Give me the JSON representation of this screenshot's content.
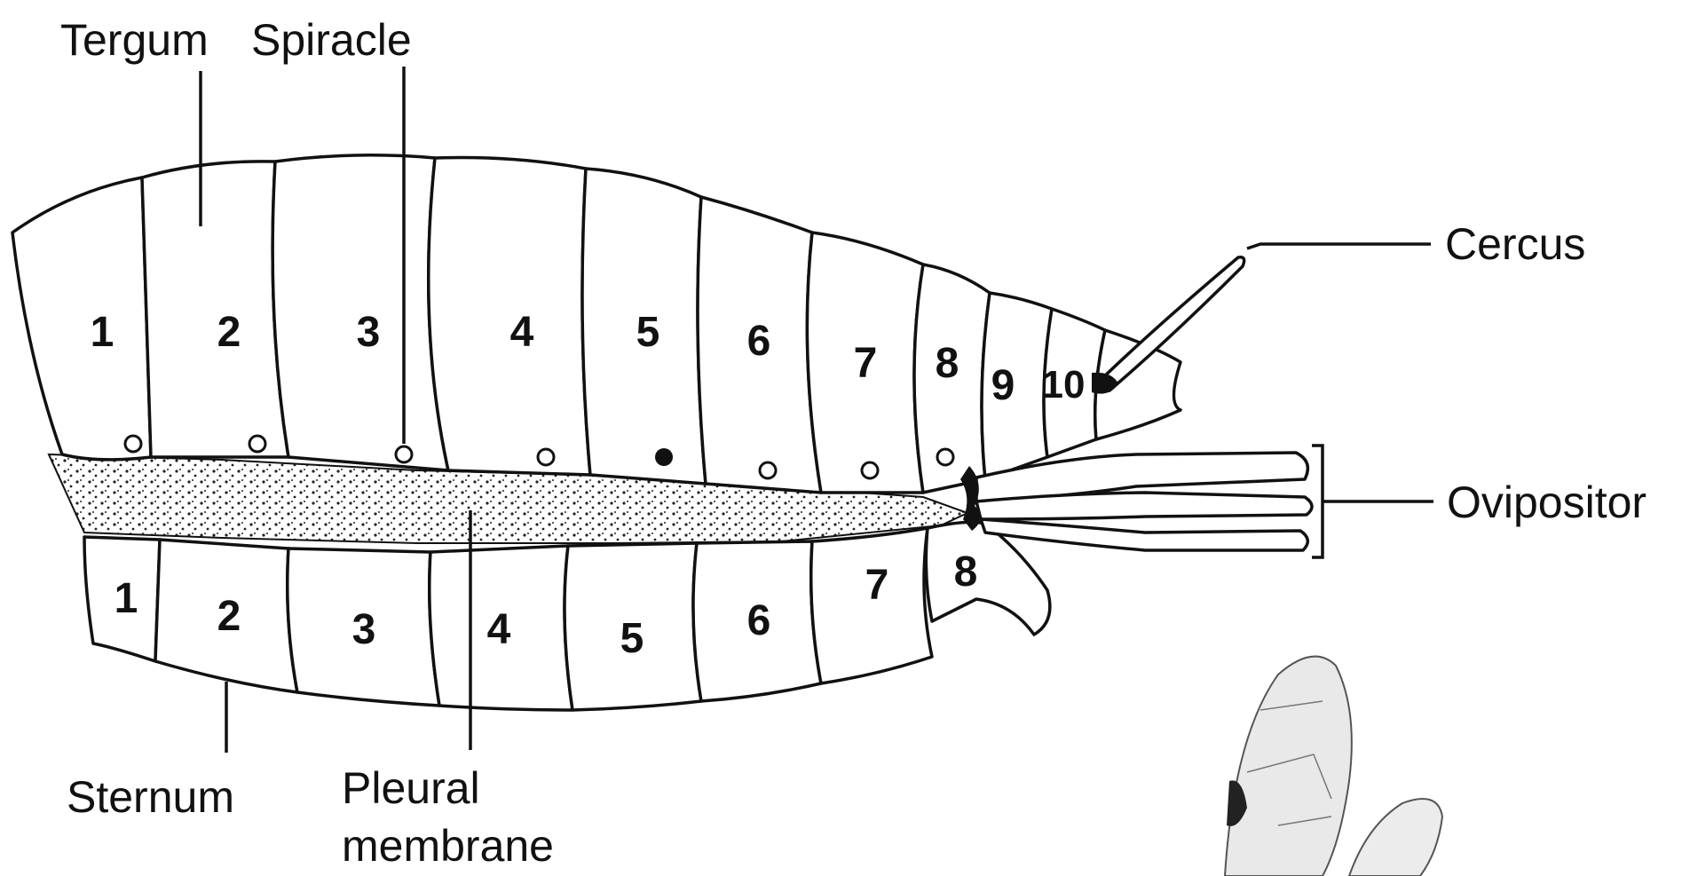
{
  "labels": {
    "tergum": "Tergum",
    "spiracle": "Spiracle",
    "cercus": "Cercus",
    "ovipositor": "Ovipositor",
    "sternum": "Sternum",
    "pleural_line1": "Pleural",
    "pleural_line2": "membrane"
  },
  "tergum_numbers": [
    "1",
    "2",
    "3",
    "4",
    "5",
    "6",
    "7",
    "8",
    "9",
    "10"
  ],
  "sternum_numbers": [
    "1",
    "2",
    "3",
    "4",
    "5",
    "6",
    "7",
    "8"
  ],
  "colors": {
    "ink": "#111111",
    "paper": "#ffffff",
    "membrane_dots": "#222222",
    "wing_fill": "#e9e9e9"
  }
}
